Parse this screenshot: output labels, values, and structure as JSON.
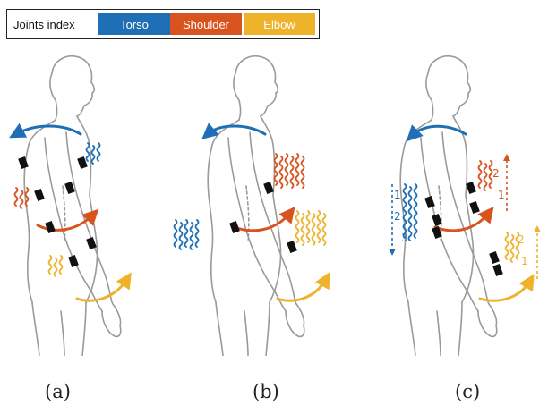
{
  "legend": {
    "title": "Joints index",
    "items": [
      {
        "label": "Torso",
        "color": "#1f6fb6"
      },
      {
        "label": "Shoulder",
        "color": "#d9531e"
      },
      {
        "label": "Elbow",
        "color": "#eeb22b"
      }
    ]
  },
  "captions": [
    "(a)",
    "(b)",
    "(c)"
  ],
  "sequence_numbers": {
    "torso": [
      "1",
      "2",
      "3"
    ],
    "shoulder": [
      "2",
      "1"
    ],
    "elbow": [
      "2",
      "1"
    ]
  },
  "colors": {
    "torso": "#1f6fb6",
    "shoulder": "#d9531e",
    "elbow": "#eeb22b",
    "outline": "#9a9a9a",
    "marker": "#111111"
  }
}
